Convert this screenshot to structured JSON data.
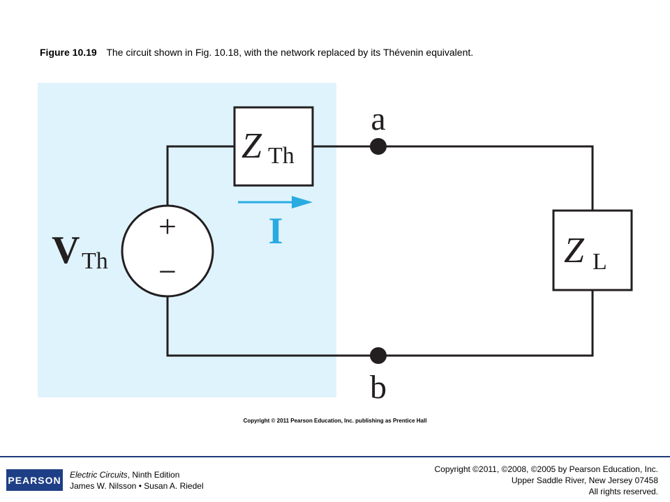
{
  "caption": {
    "label": "Figure 10.19",
    "text": "The circuit shown in Fig. 10.18, with the network replaced by its Thévenin equivalent."
  },
  "circuit": {
    "source": {
      "symbol": "V",
      "subscript": "Th",
      "plus": "+",
      "minus": "−"
    },
    "thevenin_impedance": {
      "symbol": "Z",
      "subscript": "Th"
    },
    "load_impedance": {
      "symbol": "Z",
      "subscript": "L"
    },
    "current": {
      "symbol": "I"
    },
    "terminal_a": "a",
    "terminal_b": "b",
    "colors": {
      "shade": "#dff3fc",
      "current": "#29abe2",
      "wire": "#231f20"
    }
  },
  "figure_copyright": "Copyright © 2011 Pearson Education, Inc. publishing as Prentice Hall",
  "footer": {
    "logo": "PEARSON",
    "book_title": "Electric Circuits",
    "book_edition": ", Ninth Edition",
    "authors": "James W. Nilsson • Susan A. Riedel",
    "copyright_line1": "Copyright ©2011, ©2008, ©2005 by Pearson Education, Inc.",
    "copyright_line2": "Upper Saddle River, New Jersey 07458",
    "copyright_line3": "All rights reserved."
  }
}
